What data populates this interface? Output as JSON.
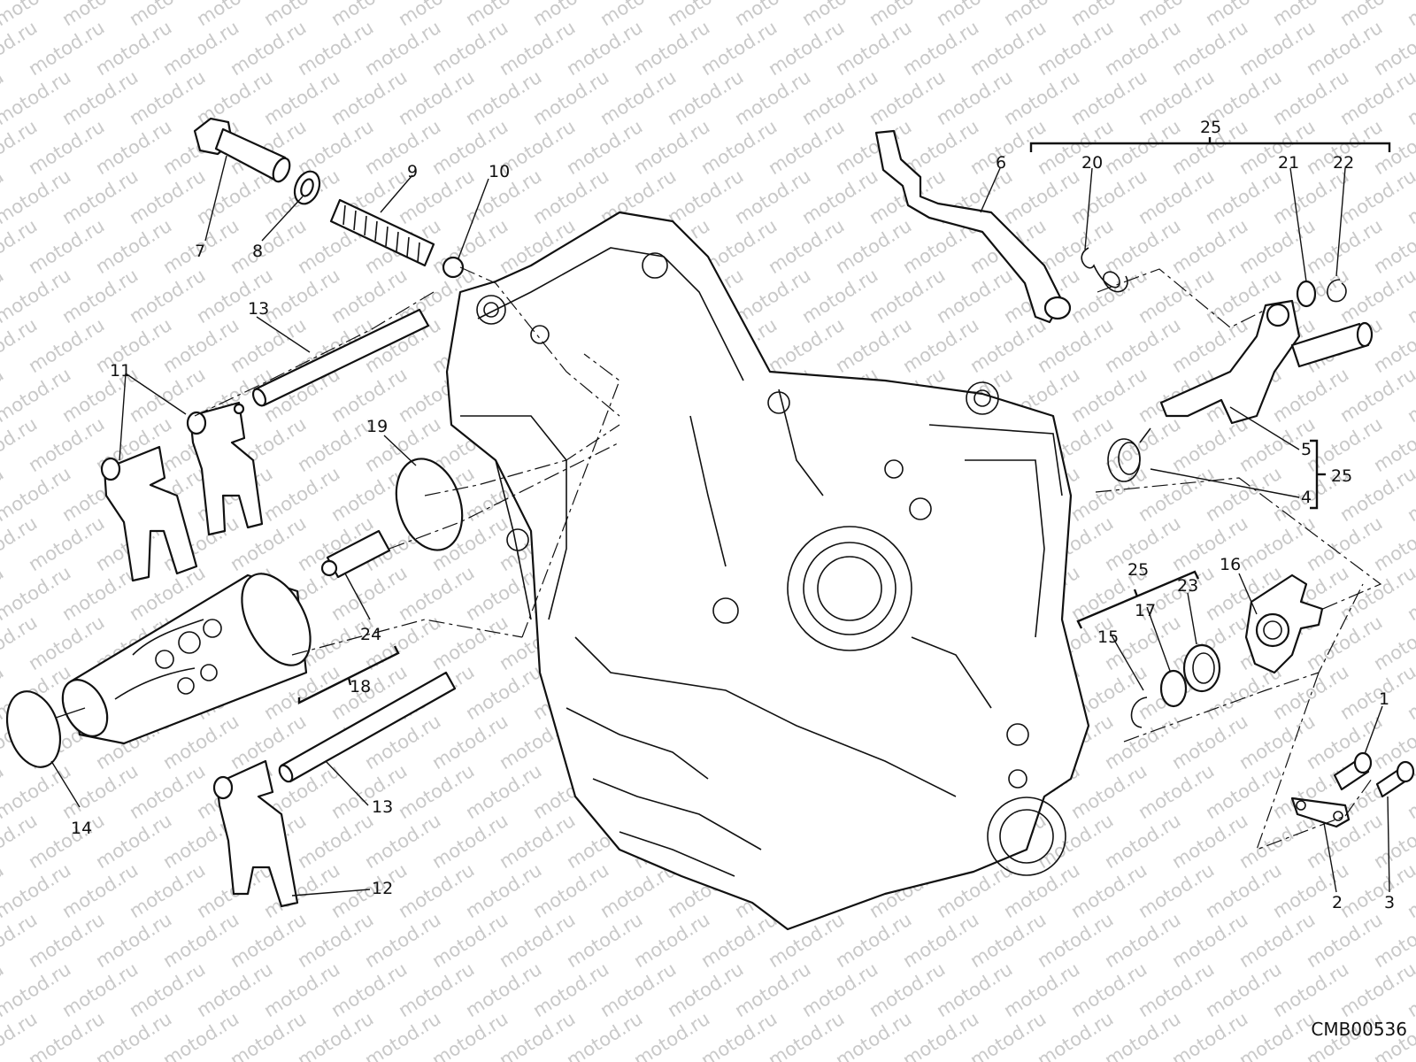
{
  "diagram": {
    "drawing_code": "CMB00536",
    "watermark_text": "motod.ru",
    "callouts": {
      "c1": "1",
      "c2": "2",
      "c3": "3",
      "c4": "4",
      "c5": "5",
      "c6": "6",
      "c7": "7",
      "c8": "8",
      "c9": "9",
      "c10": "10",
      "c11": "11",
      "c12": "12",
      "c13a": "13",
      "c13b": "13",
      "c14": "14",
      "c15": "15",
      "c16": "16",
      "c17": "17",
      "c18": "18",
      "c19": "19",
      "c20": "20",
      "c21": "21",
      "c22": "22",
      "c23": "23",
      "c24": "24",
      "c25a": "25",
      "c25b": "25",
      "c25c": "25"
    }
  }
}
